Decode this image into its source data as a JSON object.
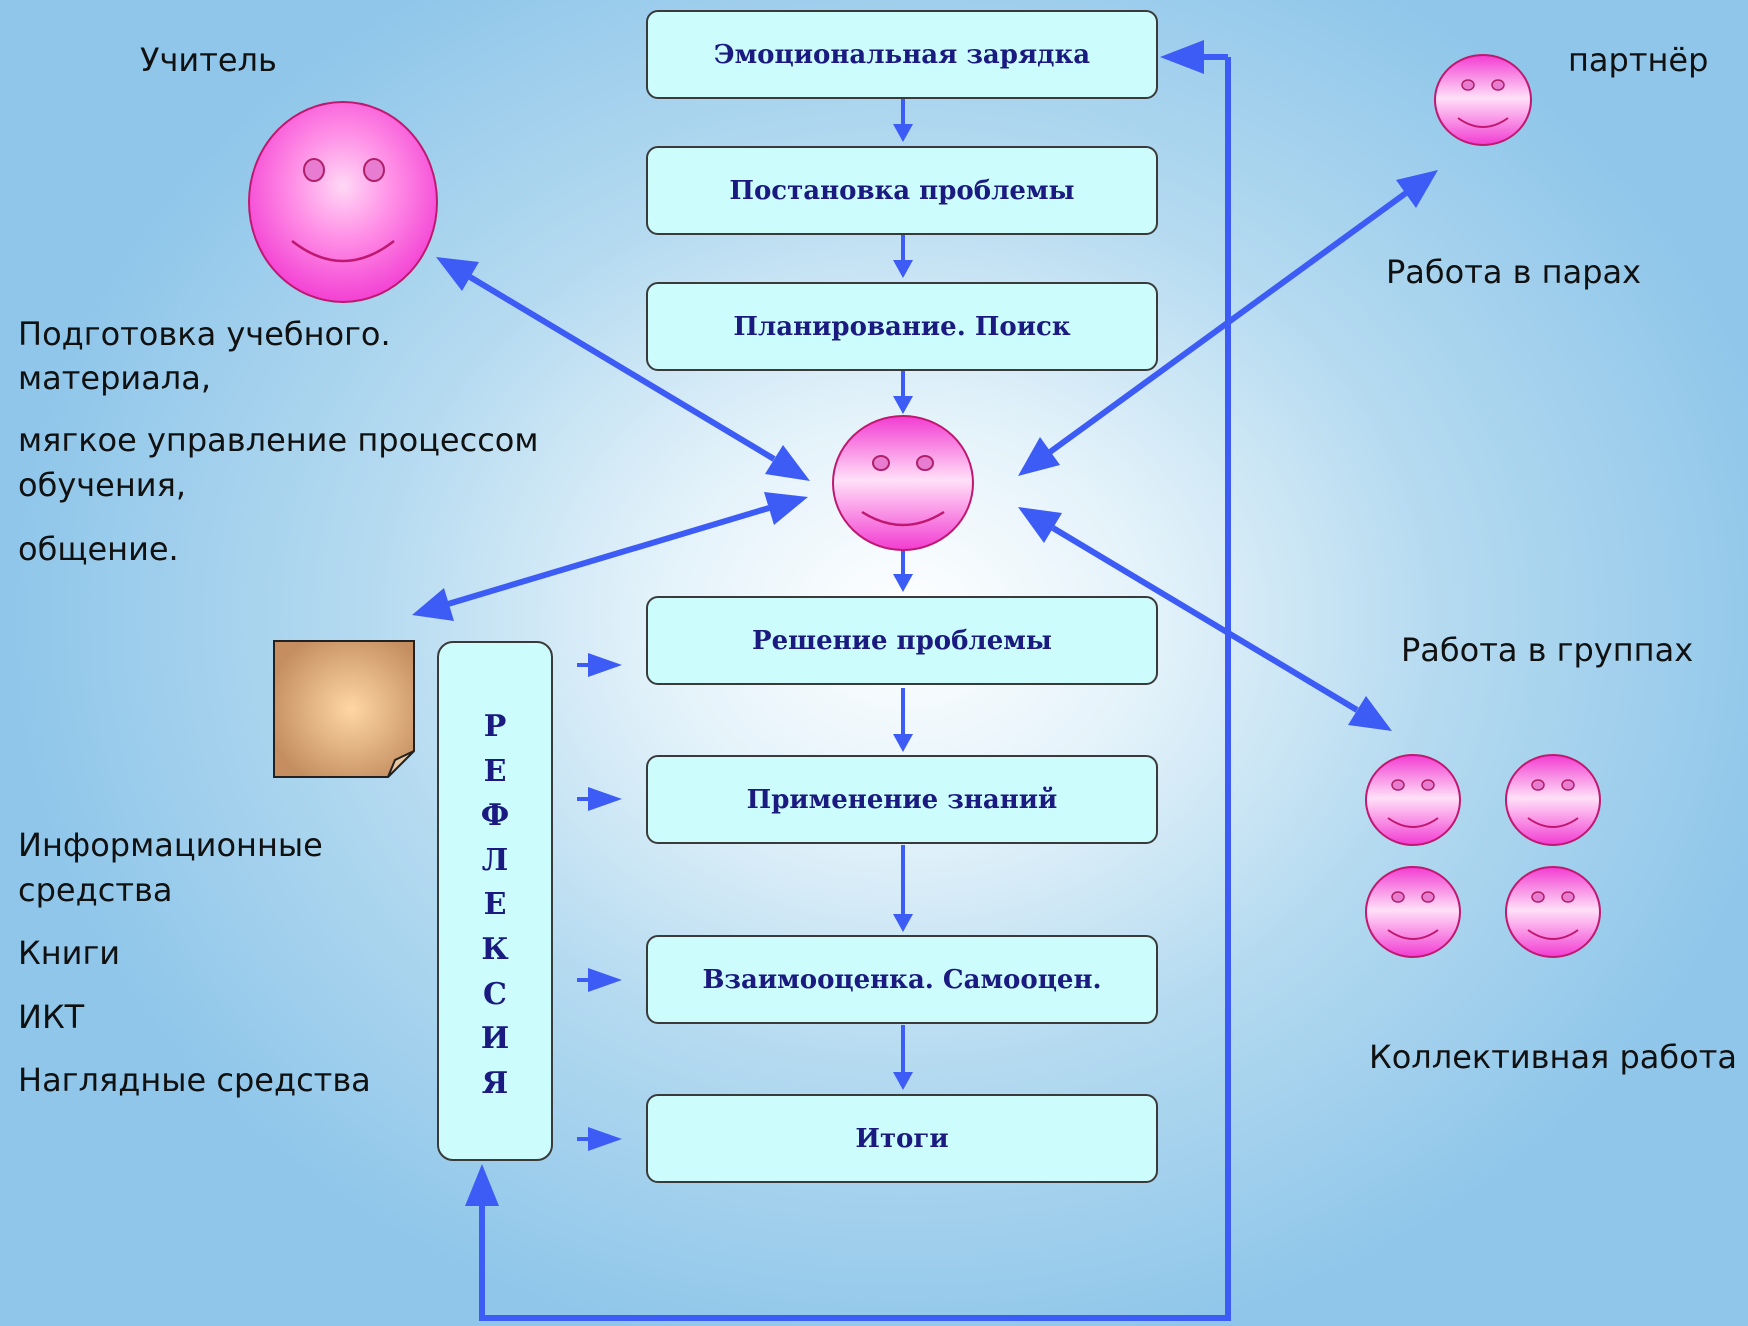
{
  "steps": [
    "Эмоциональная зарядка",
    "Постановка проблемы",
    "Планирование. Поиск",
    "Решение проблемы",
    "Применение знаний",
    "Взаимооценка. Самооцен.",
    "Итоги"
  ],
  "reflection_letters": [
    "Р",
    "Е",
    "Ф",
    "Л",
    "Е",
    "К",
    "С",
    "И",
    "Я"
  ],
  "teacher": {
    "title": "Учитель",
    "line1": "Подготовка учебного.",
    "line2": "материала,",
    "line3": "мягкое управление процессом",
    "line4": "обучения,",
    "line5": "общение."
  },
  "resources": {
    "line1": "Информационные",
    "line2": "средства",
    "line3": "Книги",
    "line4": "ИКТ",
    "line5": "Наглядные средства"
  },
  "partner": "партнёр",
  "pairs": "Работа в парах",
  "groups": "Работа в группах",
  "collective": "Коллективная работа",
  "colors": {
    "arrow": "#3d5cf5",
    "box_fill": "#ccfcfc",
    "box_text": "#1a1a80",
    "face": "#ff44d8",
    "note": "#c89868"
  }
}
